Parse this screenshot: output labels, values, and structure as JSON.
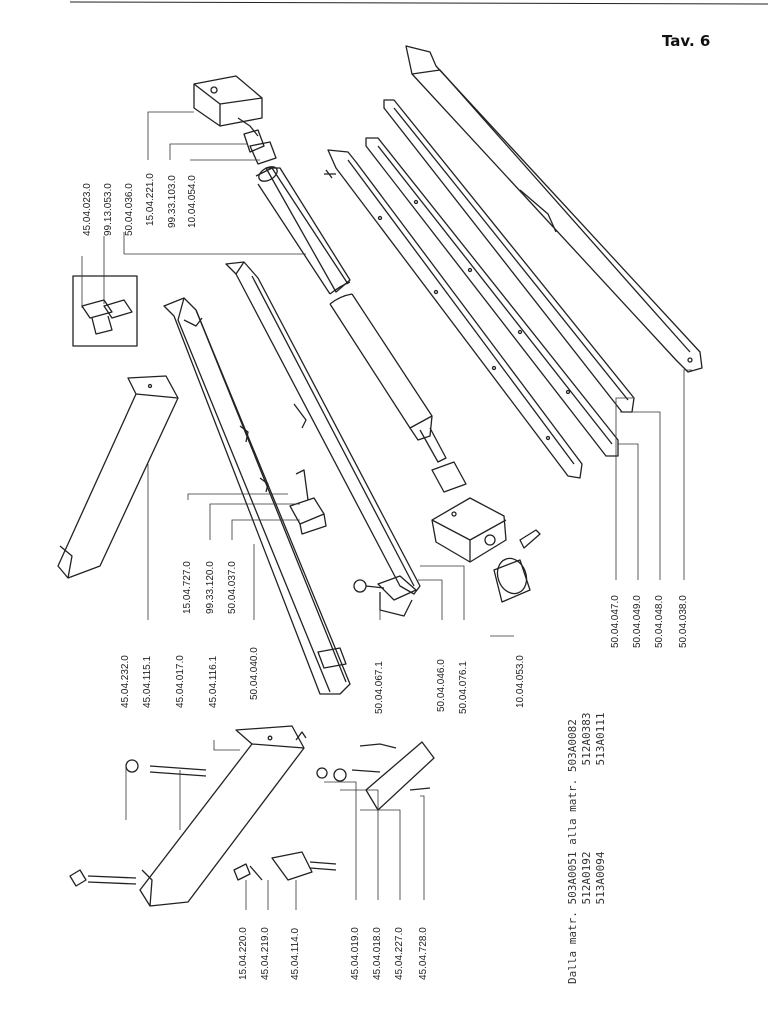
{
  "page_title": "Tav. 6",
  "parts": [
    {
      "id": "p1",
      "code": "45.04.023.0"
    },
    {
      "id": "p2",
      "code": "99.13.053.0"
    },
    {
      "id": "p3",
      "code": "50.04.036.0"
    },
    {
      "id": "p4",
      "code": "15.04.221.0"
    },
    {
      "id": "p5",
      "code": "99.33.103.0"
    },
    {
      "id": "p6",
      "code": "10.04.054.0"
    },
    {
      "id": "p7",
      "code": "15.04.727.0"
    },
    {
      "id": "p8",
      "code": "99.33.120.0"
    },
    {
      "id": "p9",
      "code": "50.04.037.0"
    },
    {
      "id": "p10",
      "code": "50.04.040.0"
    },
    {
      "id": "p11",
      "code": "45.04.232.0"
    },
    {
      "id": "p12",
      "code": "45.04.115.1"
    },
    {
      "id": "p13",
      "code": "45.04.017.0"
    },
    {
      "id": "p14",
      "code": "45.04.116.1"
    },
    {
      "id": "p15",
      "code": "50.04.067.1"
    },
    {
      "id": "p16",
      "code": "50.04.046.0"
    },
    {
      "id": "p17",
      "code": "50.04.076.1"
    },
    {
      "id": "p18",
      "code": "10.04.053.0"
    },
    {
      "id": "p19",
      "code": "50.04.047.0"
    },
    {
      "id": "p20",
      "code": "50.04.049.0"
    },
    {
      "id": "p21",
      "code": "50.04.048.0"
    },
    {
      "id": "p22",
      "code": "50.04.038.0"
    },
    {
      "id": "p23",
      "code": "15.04.220.0"
    },
    {
      "id": "p24",
      "code": "45.04.219.0"
    },
    {
      "id": "p25",
      "code": "45.04.114.0"
    },
    {
      "id": "p26",
      "code": "45.04.019.0"
    },
    {
      "id": "p27",
      "code": "45.04.018.0"
    },
    {
      "id": "p28",
      "code": "45.04.227.0"
    },
    {
      "id": "p29",
      "code": "45.04.728.0"
    }
  ],
  "note": {
    "line1": "Dalla matr. 503A0051 alla matr. 503A0082",
    "line2": "            512A0192             512A0383",
    "line3": "            513A0094             513A0111"
  }
}
